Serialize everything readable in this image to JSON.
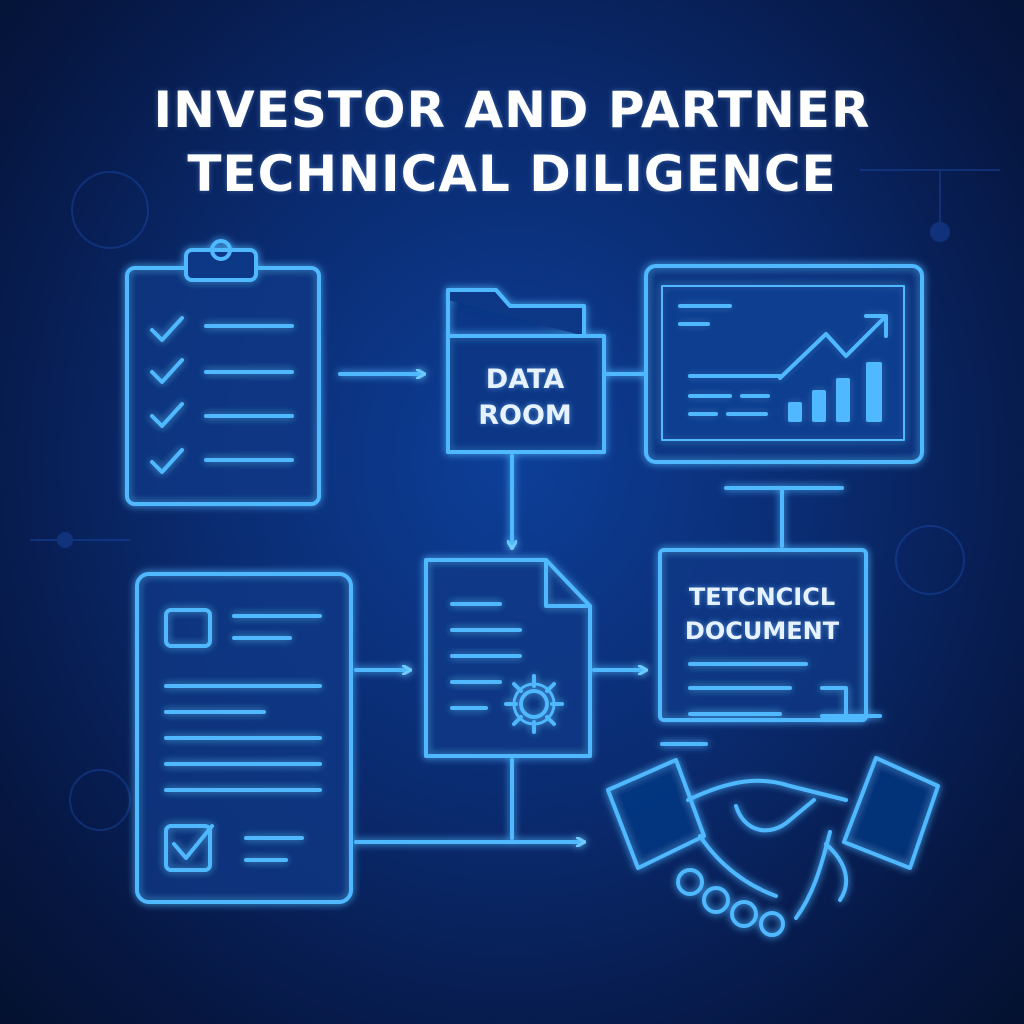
{
  "title": {
    "line1": "INVESTOR AND PARTNER",
    "line2": "TECHNICAL DILIGENCE"
  },
  "data_room": {
    "line1": "DATA",
    "line2": "ROOM"
  },
  "technical_document": {
    "line1": "TETCNCICL",
    "line2": "DOCUMENT"
  },
  "icons": {
    "checklist": "clipboard-checklist-icon",
    "folder": "folder-icon",
    "monitor": "monitor-chart-icon",
    "form": "form-document-icon",
    "settings_doc": "document-gear-icon",
    "tech_doc": "technical-document-icon",
    "handshake": "handshake-icon"
  },
  "colors": {
    "background": "#0a2a6e",
    "accent": "#4fb8ff",
    "accent_bright": "#7ad3ff",
    "text": "#ffffff"
  }
}
